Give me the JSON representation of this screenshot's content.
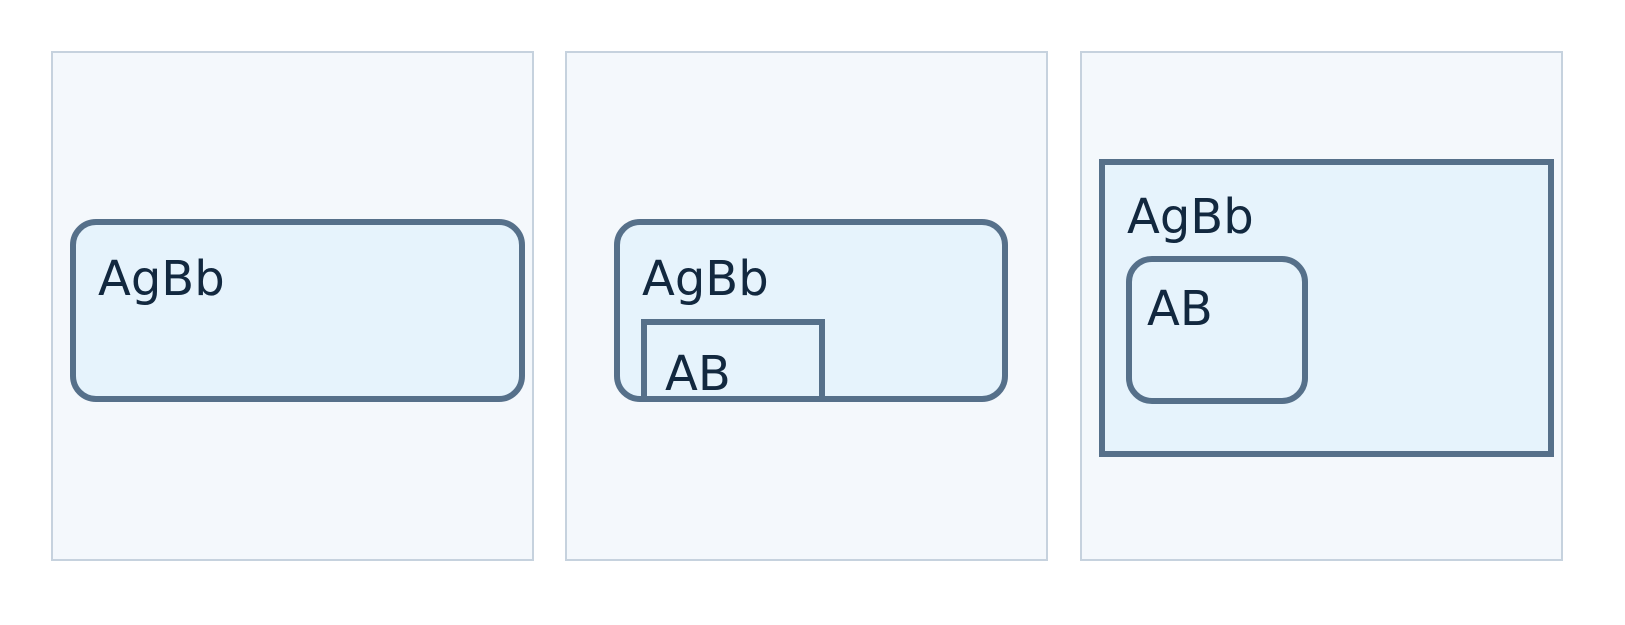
{
  "panels": [
    {
      "outer": {
        "label": "AgBb",
        "shape": "rounded-rectangle"
      }
    },
    {
      "outer": {
        "label": "AgBb",
        "shape": "rounded-rectangle"
      },
      "inner": {
        "label": "AB",
        "shape": "rectangle"
      }
    },
    {
      "outer": {
        "label": "AgBb",
        "shape": "rectangle"
      },
      "inner": {
        "label": "AB",
        "shape": "rounded-rectangle"
      }
    }
  ],
  "colors": {
    "panel_background": "#f4f8fc",
    "panel_border": "#c6d2de",
    "box_fill": "#e6f3fc",
    "box_border": "#56708a",
    "text": "#12283f"
  }
}
